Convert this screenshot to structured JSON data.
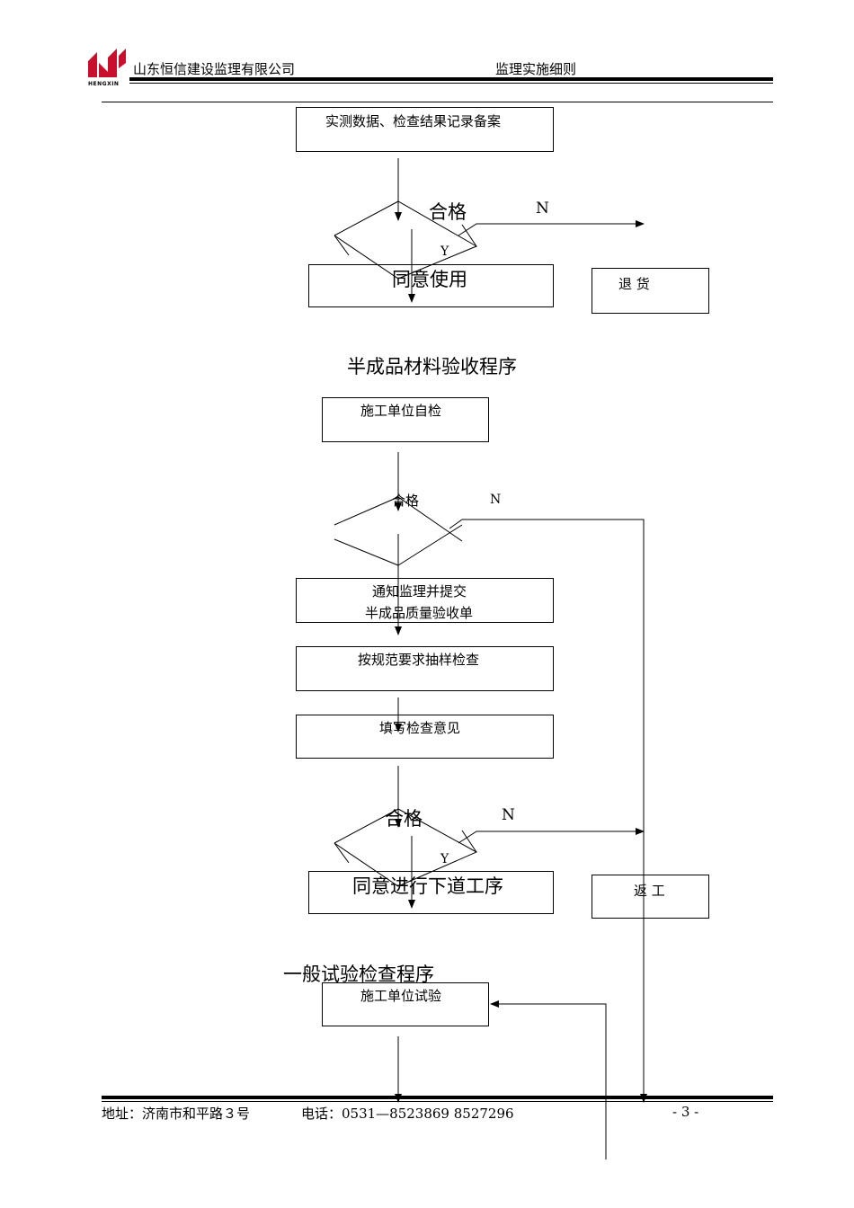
{
  "header": {
    "logo_text": "HENGXIN",
    "company": "山东恒信建设监理有限公司",
    "doc_title": "监理实施细则"
  },
  "flow1": {
    "box_record": "实测数据、检查结果记录备案",
    "decision": "合格",
    "no": "N",
    "yes": "Y",
    "box_accept": "同意使用",
    "box_reject": "退  货"
  },
  "flow2": {
    "title": "半成品材料验收程序",
    "box_selfcheck": "施工单位自检",
    "decision1": "合格",
    "no1": "N",
    "box_notify_line1": "通知监理并提交",
    "box_notify_line2": "半成品质量验收单",
    "box_sample": "按规范要求抽样检查",
    "box_opinion": "填写检查意见",
    "decision2": "合格",
    "no2": "N",
    "yes2": "Y",
    "box_next": "同意进行下道工序",
    "box_rework": "返  工"
  },
  "flow3": {
    "title": "一般试验检查程序",
    "box_test": "施工单位试验"
  },
  "footer": {
    "address": "地址：济南市和平路３号",
    "phone": "电话：0531—8523869   8527296",
    "page_num": "- 3 -"
  }
}
